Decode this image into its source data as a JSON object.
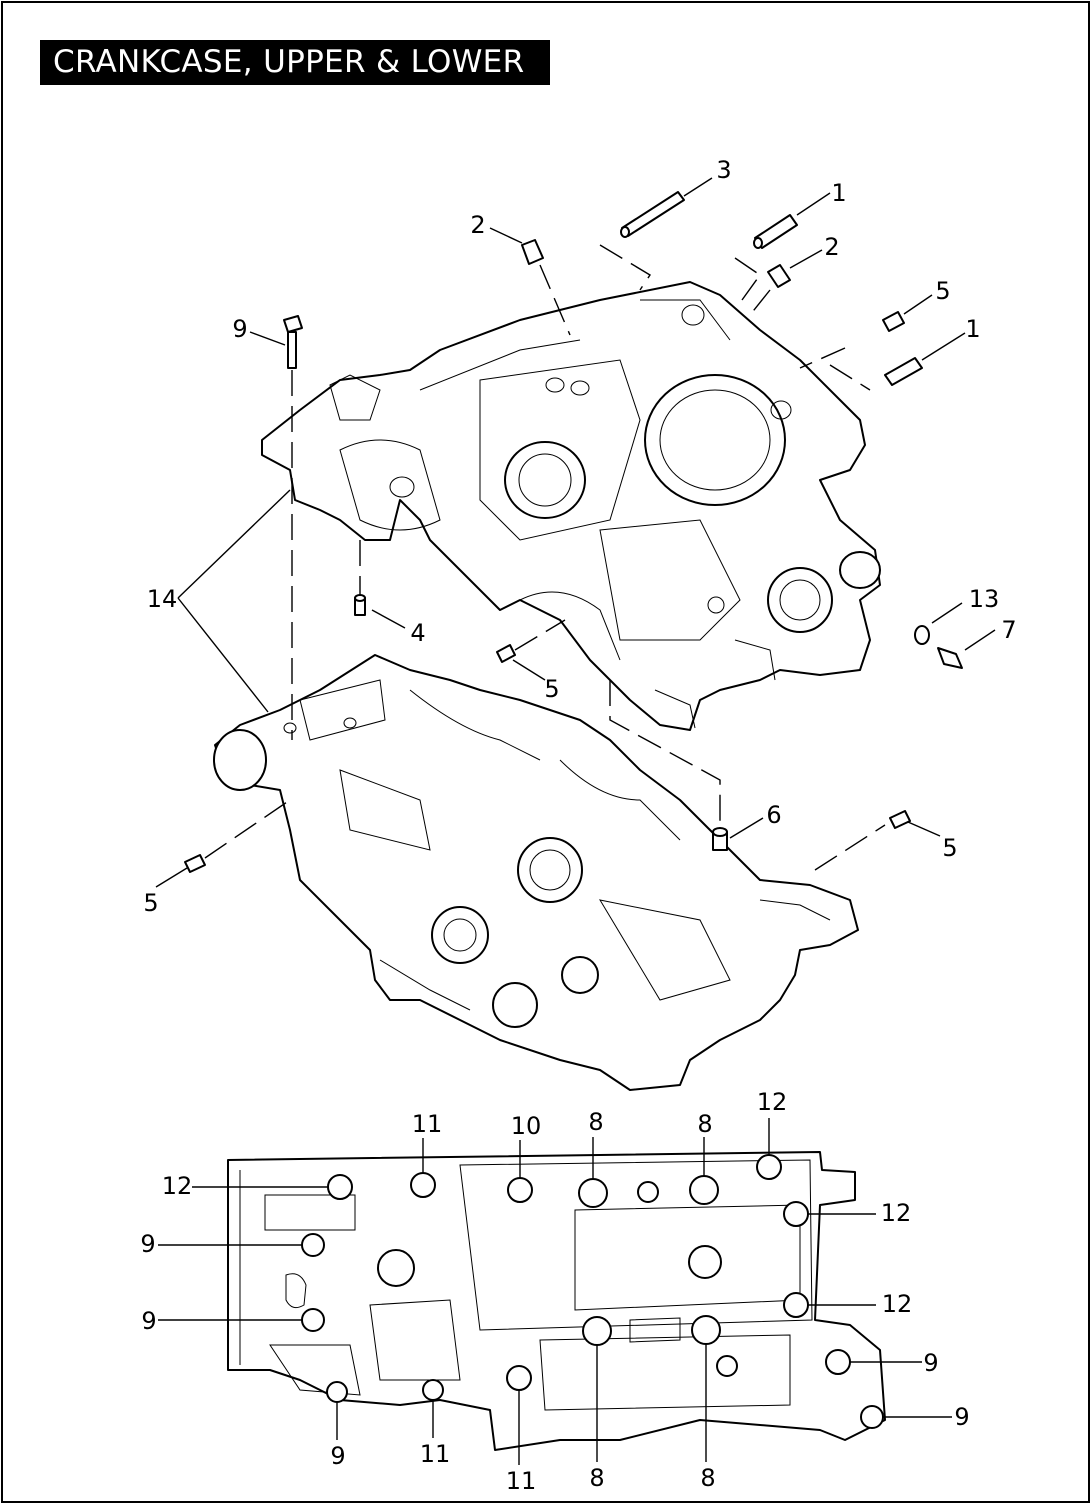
{
  "title": "CRANKCASE, UPPER & LOWER",
  "callouts": {
    "c3": "3",
    "c1a": "1",
    "c2a": "2",
    "c2b": "2",
    "c9a": "9",
    "c5a": "5",
    "c1b": "1",
    "c14": "14",
    "c4": "4",
    "c13": "13",
    "c7": "7",
    "c5b": "5",
    "c6": "6",
    "c5c": "5",
    "c5d": "5",
    "c12a": "12",
    "c11a": "11",
    "c10": "10",
    "c8a": "8",
    "c8b": "8",
    "c12b": "12",
    "c12c": "12",
    "c9b": "9",
    "c12d": "12",
    "c9c": "9",
    "c9d": "9",
    "c9e": "9",
    "c9f": "9",
    "c11b": "11",
    "c11c": "11",
    "c8c": "8",
    "c8d": "8"
  }
}
